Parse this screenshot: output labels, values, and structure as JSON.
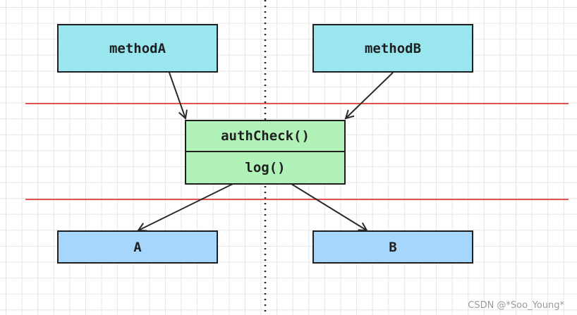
{
  "diagram": {
    "nodes": {
      "methodA": "methodA",
      "methodB": "methodB",
      "authCheck": "authCheck()",
      "log": "log()",
      "A": "A",
      "B": "B"
    },
    "edges": [
      {
        "from": "methodA",
        "to": "authCheck"
      },
      {
        "from": "methodB",
        "to": "authCheck"
      },
      {
        "from": "log",
        "to": "A"
      },
      {
        "from": "log",
        "to": "B"
      }
    ],
    "colors": {
      "method_boxes": "#99e6ef",
      "aspect_box": "#b1f2b8",
      "target_boxes": "#a6d6fb",
      "boundary_lines": "#e23b3b",
      "divider": "#222222"
    }
  },
  "watermark": "CSDN @*Soo_Young*"
}
